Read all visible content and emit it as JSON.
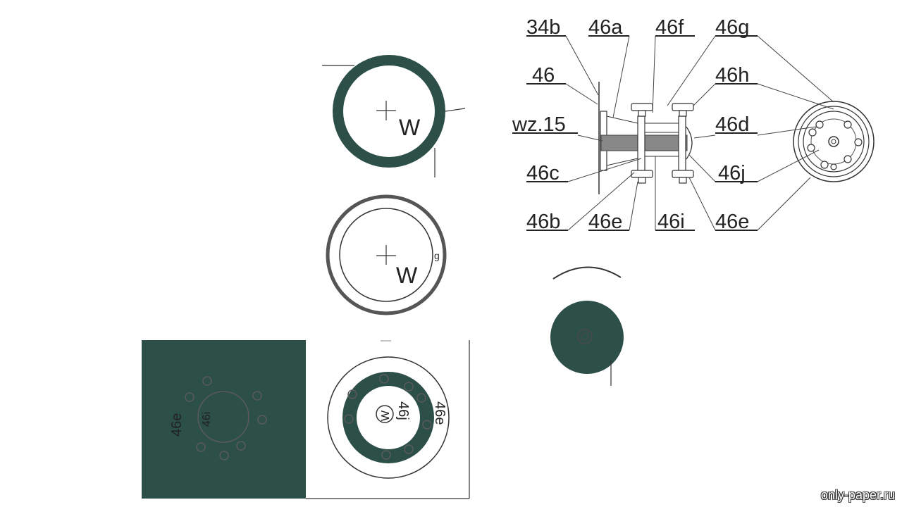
{
  "colors": {
    "part": "#2c4f47",
    "ink": "#222222",
    "paper": "#ffffff"
  },
  "parts": {
    "ring1_mark": "W",
    "ring2_mark": "W",
    "ring2_small": "g",
    "square_label_a": "46e",
    "square_label_b": "46i",
    "disc_label_a": "46j",
    "disc_label_b": "46e",
    "disc_center": "W"
  },
  "assembly": {
    "labels": {
      "l34b": "34b",
      "l46a": "46a",
      "l46f": "46f",
      "l46g": "46g",
      "l46": "46",
      "l46h": "46h",
      "lwz15": "wz.15",
      "l46d": "46d",
      "l46c": "46c",
      "l46j": "46j",
      "l46b": "46b",
      "l46e1": "46e",
      "l46i": "46i",
      "l46e2": "46e"
    }
  },
  "watermark": "only-paper.ru"
}
